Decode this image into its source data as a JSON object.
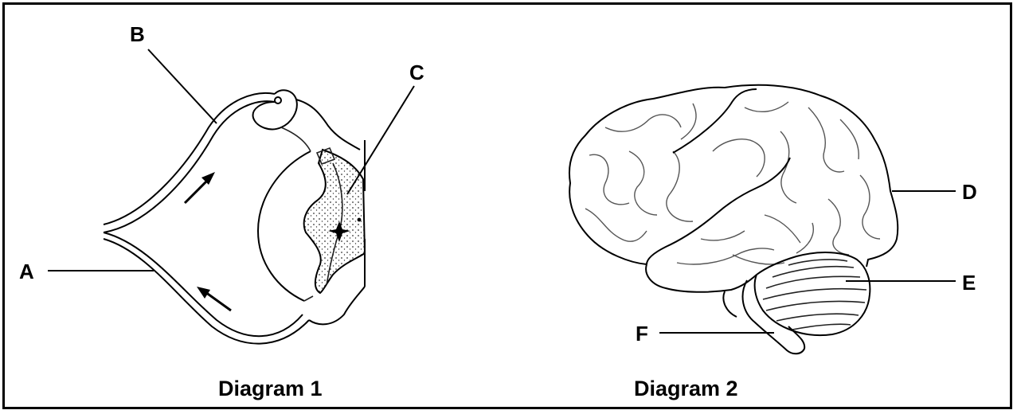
{
  "diagram1": {
    "caption": "Diagram 1",
    "labels": {
      "a": "A",
      "b": "B",
      "c": "C"
    }
  },
  "diagram2": {
    "caption": "Diagram 2",
    "labels": {
      "d": "D",
      "e": "E",
      "f": "F"
    }
  }
}
